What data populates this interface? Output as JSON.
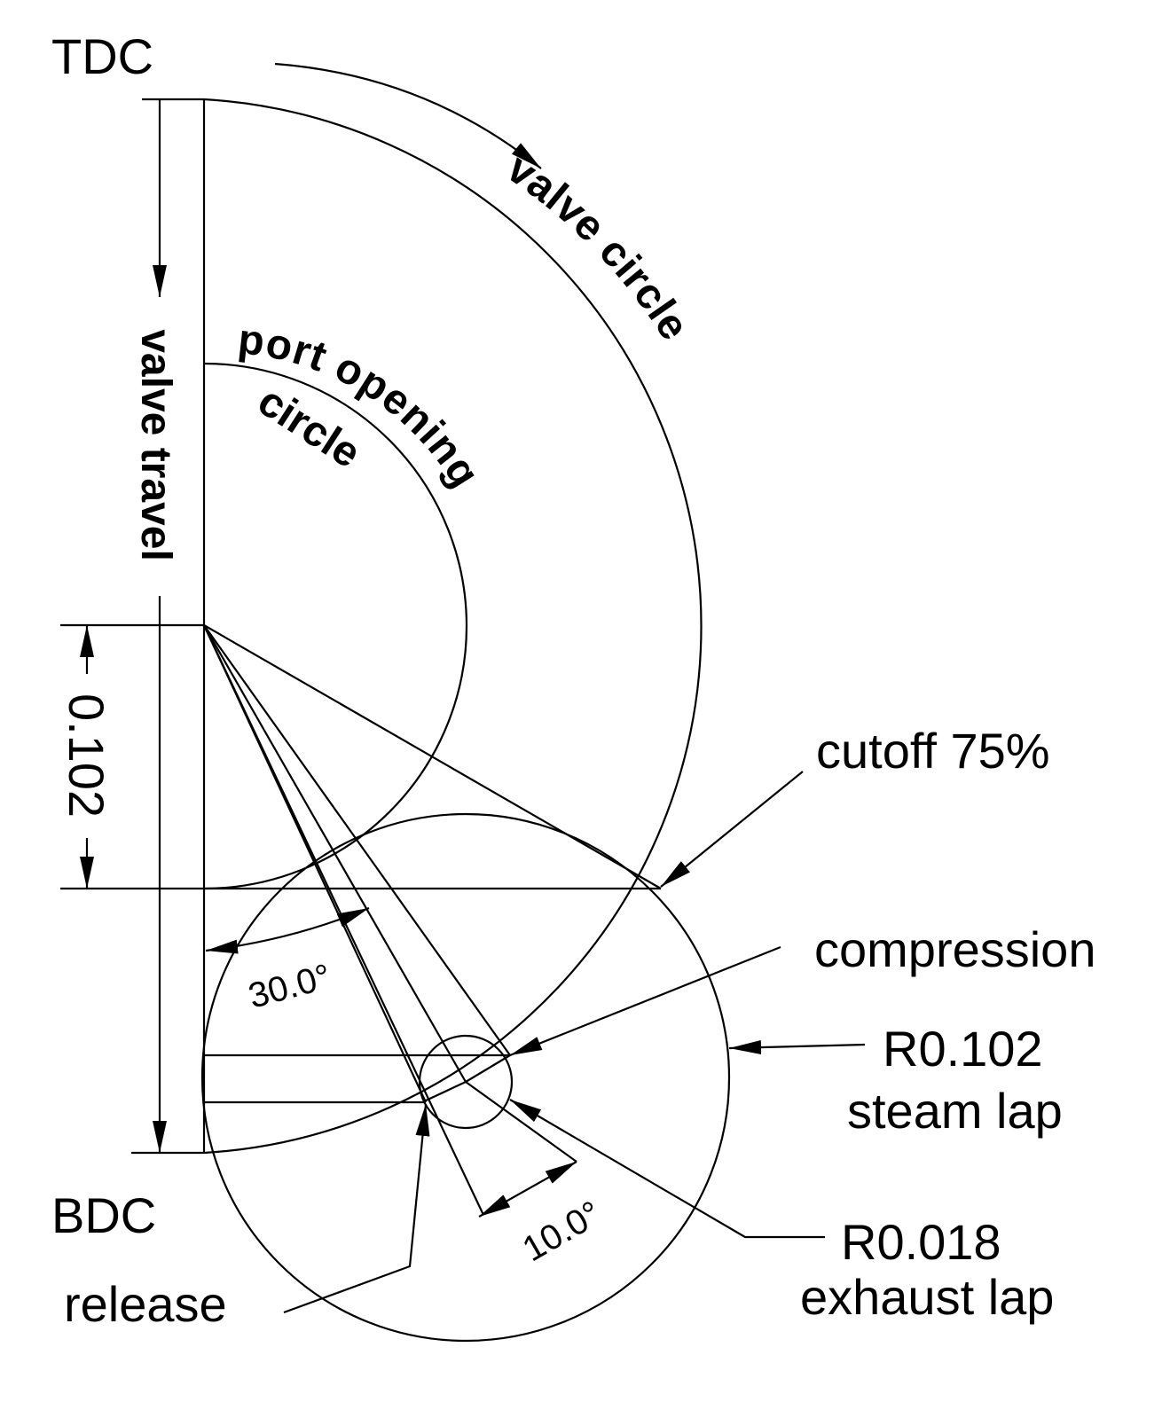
{
  "labels": {
    "tdc": "TDC",
    "bdc": "BDC",
    "valve_travel": "valve travel",
    "valve_circle": "valve circle",
    "port_opening_line1": "port opening",
    "port_opening_line2": "circle",
    "dim_0102": "0.102",
    "cutoff": "cutoff 75%",
    "compression": "compression",
    "steam_lap_radius": "R0.102",
    "steam_lap": "steam lap",
    "exhaust_lap_radius": "R0.018",
    "exhaust_lap": "exhaust lap",
    "release": "release",
    "angle_30": "30.0°",
    "angle_10": "10.0°"
  },
  "colors": {
    "line": "#000000",
    "background": "#ffffff"
  }
}
